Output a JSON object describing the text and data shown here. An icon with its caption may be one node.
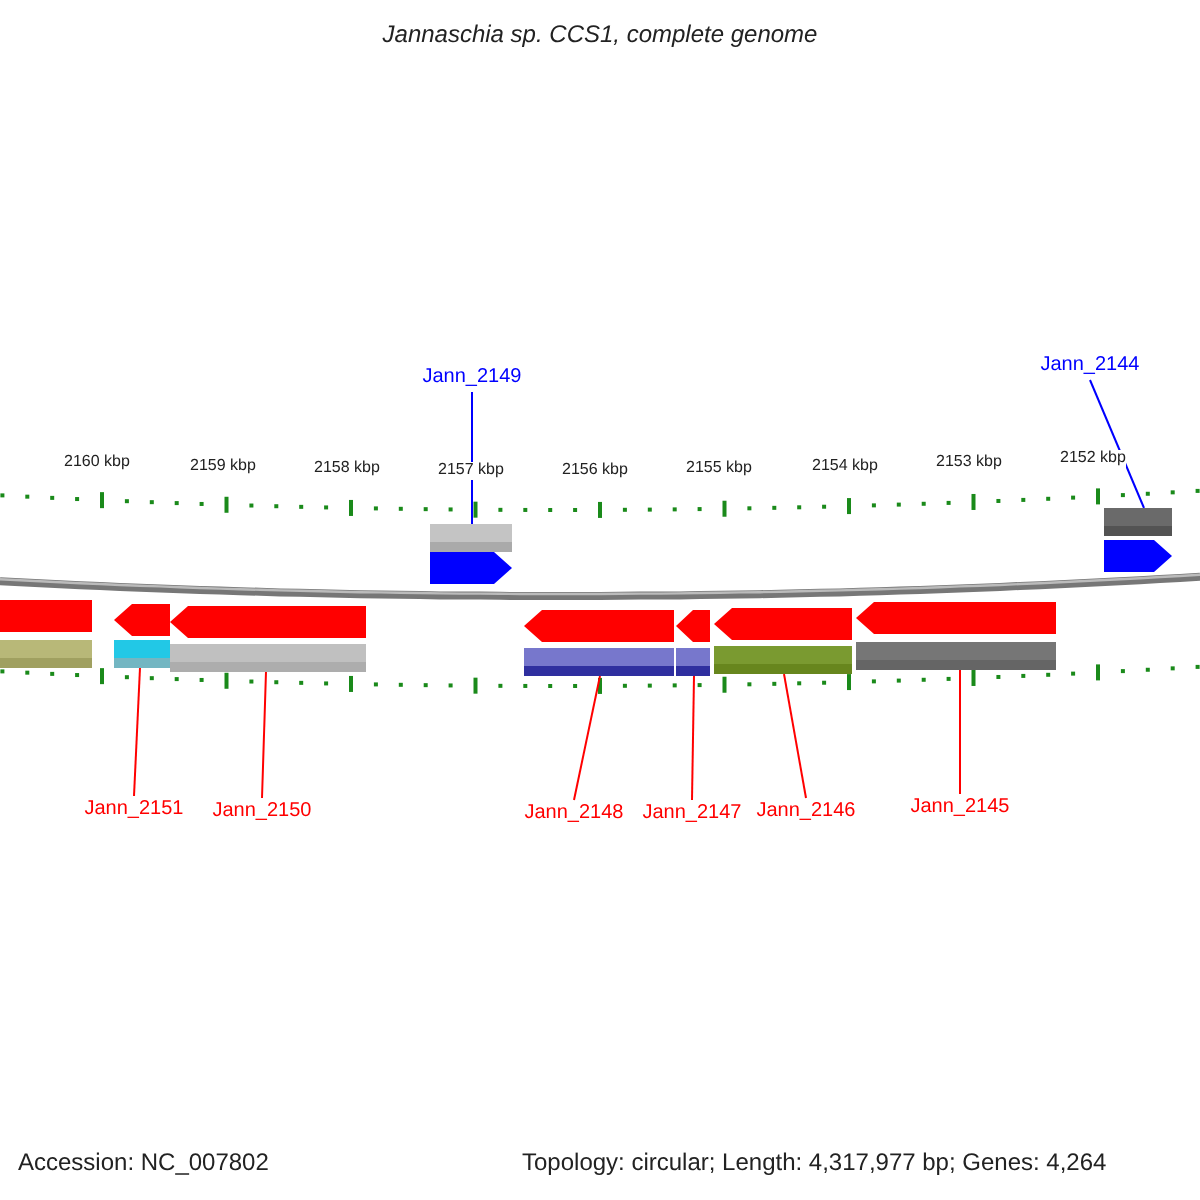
{
  "diagram": {
    "title": "Jannaschia sp. CCS1, complete genome",
    "nodes": [
      {
        "text": [
          "Jann_2149"
        ]
      },
      {
        "text": [
          "Jann_2144"
        ]
      },
      {
        "text": [],
        "shape": "arrow"
      },
      {
        "text": [],
        "shape": "arrow"
      },
      {
        "text": [],
        "shape": "bar"
      },
      {
        "text": [],
        "shape": "arrow"
      },
      {
        "text": [],
        "shape": "arrow"
      },
      {
        "text": [],
        "shape": "arrow"
      },
      {
        "text": [],
        "shape": "arrow"
      },
      {
        "text": [],
        "shape": "arrow"
      },
      {
        "text": [],
        "shape": "arrow"
      },
      {
        "text": [
          "Jann_2151"
        ]
      },
      {
        "text": [
          "Jann_2150"
        ]
      },
      {
        "text": [
          "Jann_2148"
        ]
      },
      {
        "text": [
          "Jann_2147"
        ]
      },
      {
        "text": [
          "Jann_2146"
        ]
      },
      {
        "text": [
          "Jann_2145"
        ]
      }
    ],
    "edges": [
      {
        "from": 0,
        "to": 2,
        "arrow": "none",
        "color": "#0000ff"
      },
      {
        "from": 1,
        "to": 3,
        "arrow": "none",
        "color": "#0000ff"
      },
      {
        "from": 11,
        "to": 5,
        "arrow": "none"
      },
      {
        "from": 12,
        "to": 6,
        "arrow": "none"
      },
      {
        "from": 13,
        "to": 7,
        "arrow": "none"
      },
      {
        "from": 14,
        "to": 8,
        "arrow": "none"
      },
      {
        "from": 15,
        "to": 9,
        "arrow": "none"
      },
      {
        "from": 16,
        "to": 10,
        "arrow": "none"
      }
    ],
    "labels": [
      "2160 kbp",
      "2159 kbp",
      "2158 kbp",
      "2157 kbp",
      "2156 kbp",
      "2155 kbp",
      "2154 kbp",
      "2153 kbp",
      "2152 kbp",
      "Accession: NC_007802",
      "Topology: circular; Length: 4,317,977 bp; Genes: 4,264"
    ]
  }
}
